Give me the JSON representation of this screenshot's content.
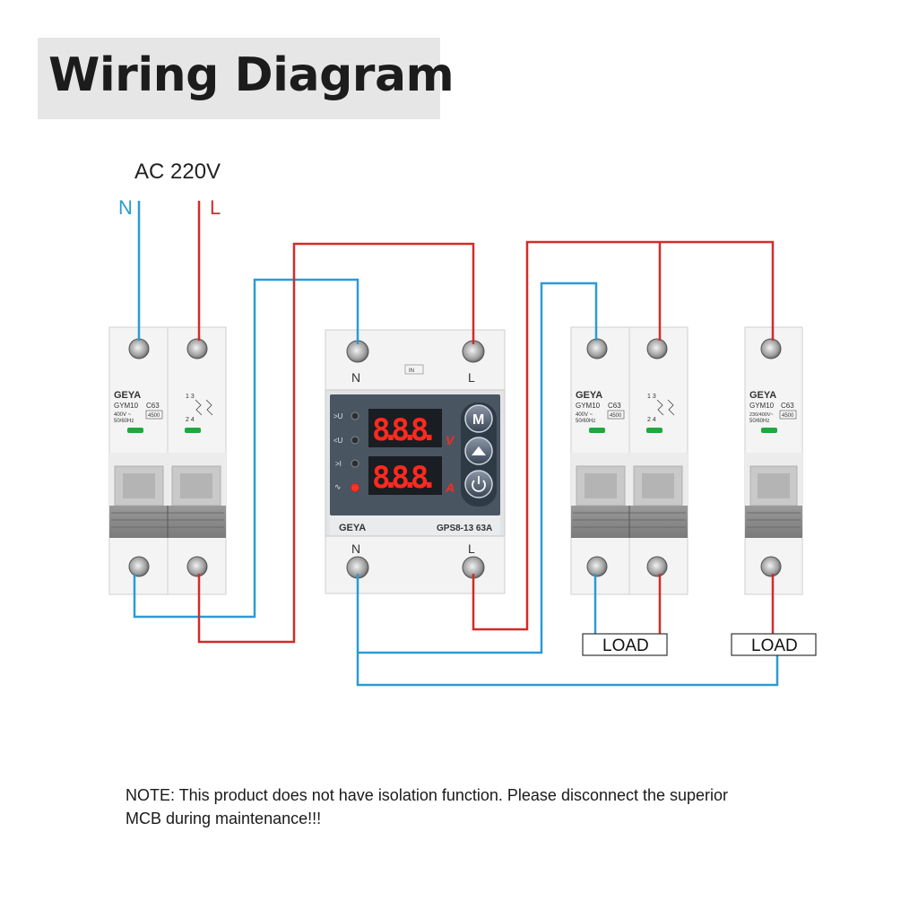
{
  "title": "Wiring Diagram",
  "supply": {
    "voltage": "AC 220V",
    "neutral": "N",
    "line": "L"
  },
  "colors": {
    "neutral_wire": "#2b9bd4",
    "line_wire": "#d42a2a",
    "display_digits": "#ff2a1f"
  },
  "breaker_left": {
    "brand": "GEYA",
    "model": "GYM10",
    "curve": "C63",
    "rating": "400V ~",
    "freq": "50/60Hz",
    "breaking": "4500",
    "terminal_marks": "1 3",
    "terminal_marks_bottom": "2 4"
  },
  "protector": {
    "brand": "GEYA",
    "model": "GPS8-13 63A",
    "top_n": "N",
    "top_l": "L",
    "bottom_n": "N",
    "bottom_l": "L",
    "in_mark": "IN",
    "indicators": [
      ">U",
      "<U",
      ">I",
      "∿"
    ],
    "voltage_display": "8.8.8.",
    "voltage_unit": "V",
    "current_display": "8.8.8.",
    "current_unit": "A",
    "buttons": [
      "M",
      "up-icon",
      "power-icon"
    ]
  },
  "breaker_mid": {
    "brand": "GEYA",
    "model": "GYM10",
    "curve": "C63",
    "rating": "400V ~",
    "freq": "50/60Hz",
    "breaking": "4500",
    "terminal_marks": "1 3",
    "terminal_marks_bottom": "2 4"
  },
  "breaker_right": {
    "brand": "GEYA",
    "model": "GYM10",
    "curve": "C63",
    "rating": "230/400V~",
    "freq": "50/60Hz",
    "breaking": "4500"
  },
  "loads": [
    "LOAD",
    "LOAD"
  ],
  "note_lines": [
    "NOTE: This product does not have isolation function. Please disconnect the superior",
    "MCB during maintenance!!!"
  ]
}
